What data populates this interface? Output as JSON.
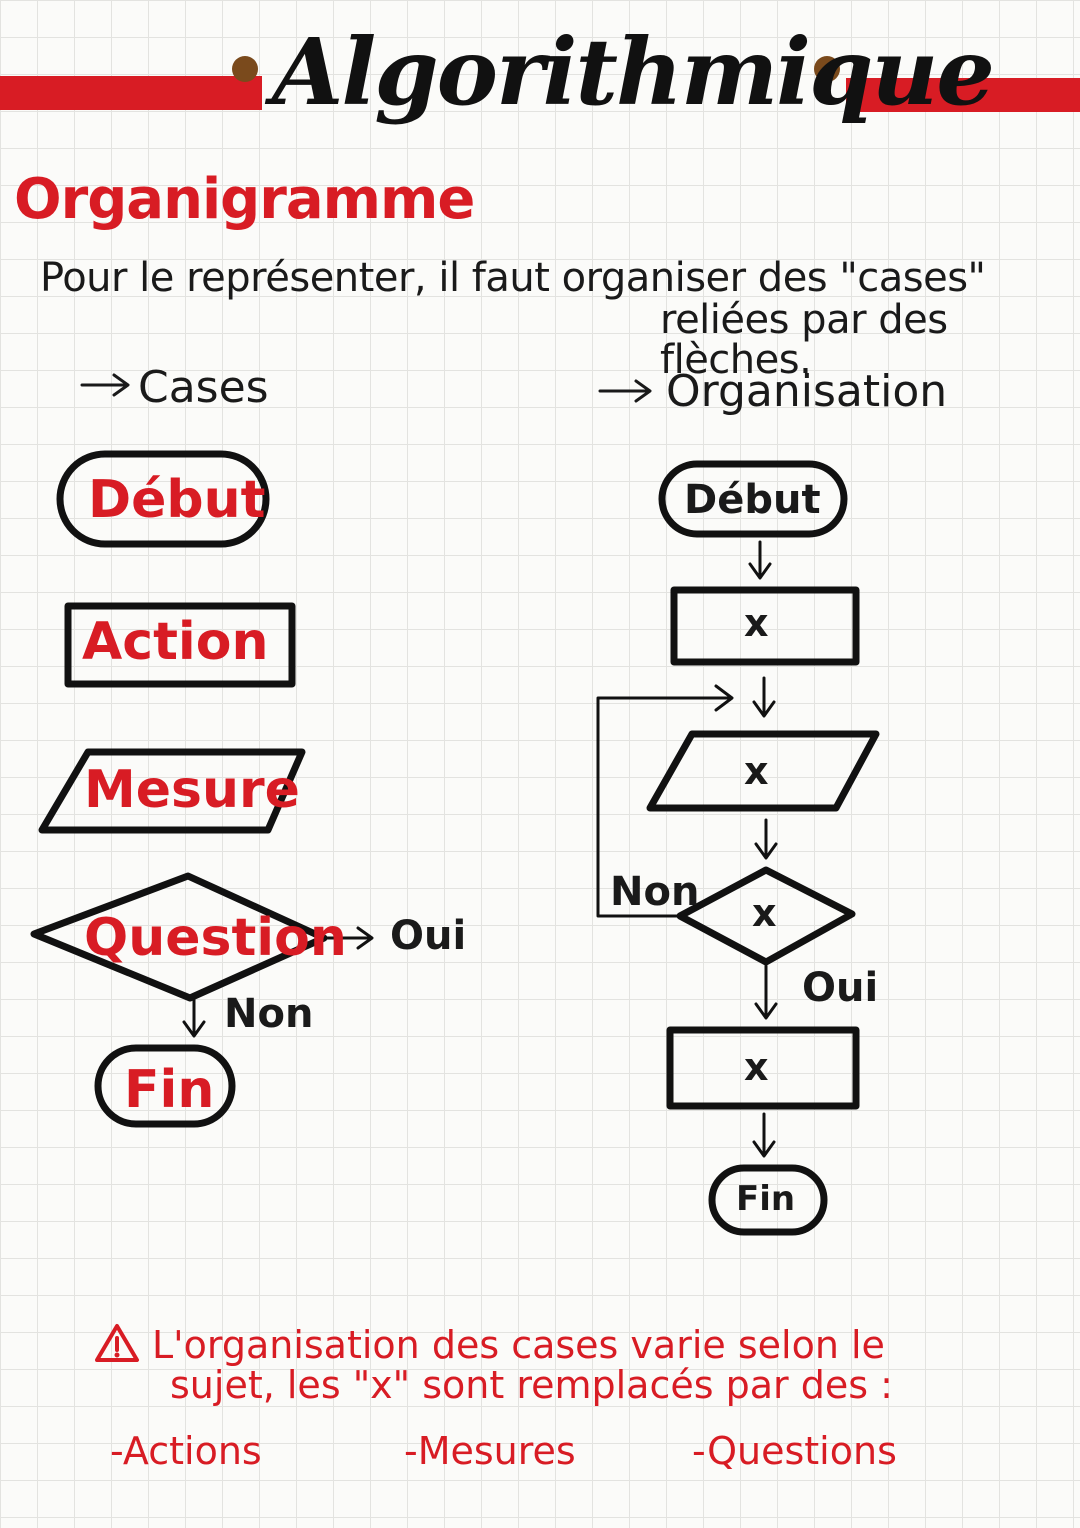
{
  "page": {
    "title": "Algorithmique",
    "heading": "Organigramme",
    "intro_line1": "Pour le représenter, il faut organiser des \"cases\"",
    "intro_line2": "reliées par des flèches."
  },
  "left": {
    "header": "Cases",
    "debut": "Début",
    "action": "Action",
    "mesure": "Mesure",
    "question": "Question",
    "oui": "Oui",
    "non": "Non",
    "fin": "Fin"
  },
  "right": {
    "header": "Organisation",
    "debut": "Début",
    "box1": "x",
    "box2": "x",
    "box3": "x",
    "box4": "x",
    "non": "Non",
    "oui": "Oui",
    "fin": "Fin"
  },
  "note": {
    "line1": "L'organisation des cases varie selon le",
    "line2": "sujet, les \"x\" sont remplacés par des :",
    "items": [
      "Actions",
      "Mesures",
      "Questions"
    ]
  },
  "colors": {
    "accent": "#d81c24",
    "ink": "#1a1a1a",
    "marker": "#7a4a1c"
  },
  "icons": [
    "arrow-right-icon",
    "warning-triangle-icon"
  ]
}
